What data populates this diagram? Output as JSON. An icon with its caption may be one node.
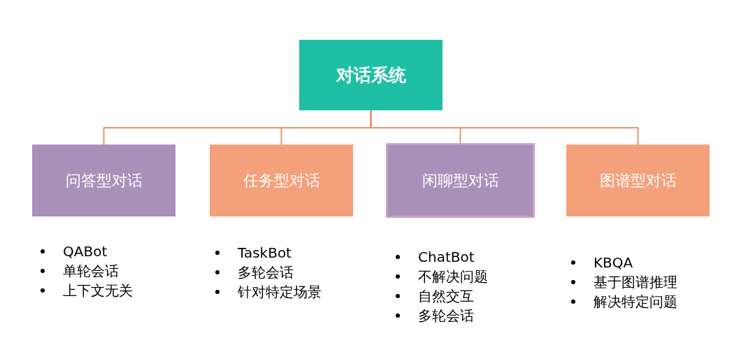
{
  "diagram": {
    "nodes": [
      {
        "text": [
          "对话系统"
        ]
      },
      {
        "text": [
          "问答型对话"
        ],
        "beside": [
          "QABot",
          "单轮会话",
          "上下文无关"
        ]
      },
      {
        "text": [
          "任务型对话"
        ],
        "beside": [
          "TaskBot",
          "多轮会话",
          "针对特定场景"
        ]
      },
      {
        "text": [
          "闲聊型对话"
        ],
        "beside": [
          "ChatBot",
          "不解决问题",
          "自然交互",
          "多轮会话"
        ]
      },
      {
        "text": [
          "图谱型对话"
        ],
        "beside": [
          "KBQA",
          "基于图谱推理",
          "解决特定问题"
        ]
      }
    ],
    "edges": [
      {
        "from": 0,
        "to": 1,
        "arrow": "none"
      },
      {
        "from": 0,
        "to": 2,
        "arrow": "none"
      },
      {
        "from": 0,
        "to": 3,
        "arrow": "none"
      },
      {
        "from": 0,
        "to": 4,
        "arrow": "none"
      }
    ]
  }
}
